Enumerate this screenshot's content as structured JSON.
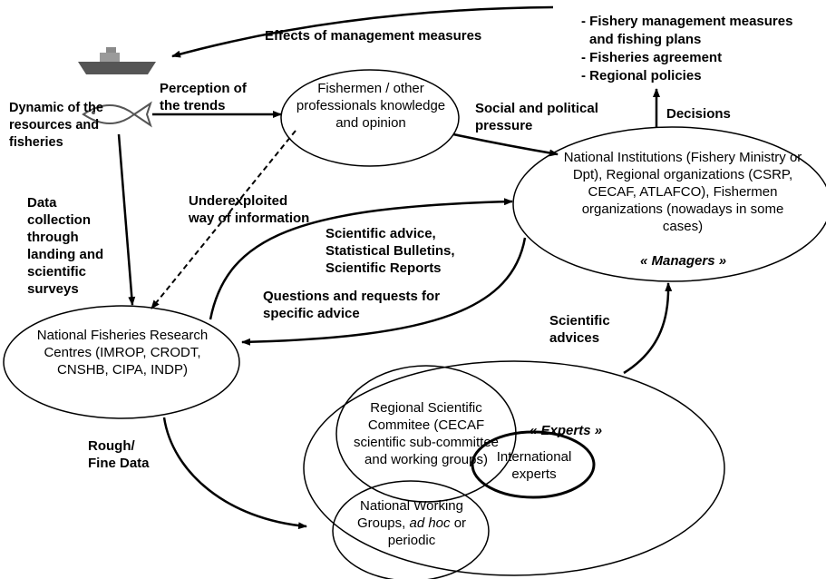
{
  "nodes": {
    "fishermen": "Fishermen / other professionals knowledge and opinion",
    "national_institutions": "National Institutions (Fishery Ministry or Dpt), Regional organizations (CSRP, CECAF, ATLAFCO), Fishermen organizations (nowadays in some cases)",
    "managers_tag": "« Managers »",
    "research_centres": "National Fisheries Research Centres (IMROP, CRODT, CNSHB, CIPA, INDP)",
    "regional_committee": "Regional Scientific Commitee (CECAF scientific sub-committee and working groups)",
    "experts_tag": "« Experts »",
    "international_experts": "International experts",
    "national_wg_1": "National Working Groups,",
    "national_wg_adhoc": "ad hoc",
    "national_wg_2": "or periodic",
    "dynamic": "Dynamic of the resources and fisheries"
  },
  "outputs": [
    "Fishery management measures and fishing plans",
    "Fisheries agreement",
    "Regional policies"
  ],
  "edges": {
    "effects": "Effects of management measures",
    "perception": "Perception of the trends",
    "social": "Social and political pressure",
    "decisions": "Decisions",
    "data_collection": "Data collection through landing and scientific surveys",
    "underexploited": "Underexploited way of information",
    "scientific_advice": "Scientific advice, Statistical Bulletins, Scientific Reports",
    "questions": "Questions and requests for specific advice",
    "scientific_advices": "Scientific advices",
    "rough_data": "Rough/ Fine Data"
  }
}
